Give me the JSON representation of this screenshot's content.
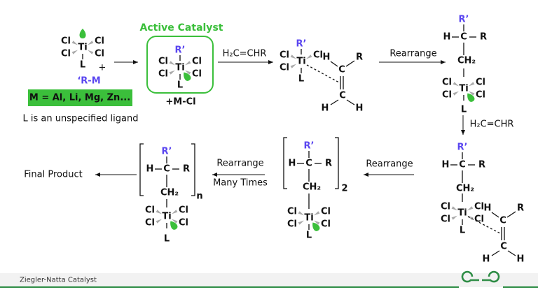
{
  "atoms": {
    "cl": "Cl",
    "ti": "Ti",
    "l": "L",
    "rp": "R’",
    "h": "H",
    "c": "C",
    "r": "R",
    "ch2": "CH₂"
  },
  "reactant": {
    "plus": "+",
    "rm": "‘R-M",
    "metals": "M = Al, Li, Mg, Zn...",
    "ligand_note": "L is an unspecified ligand"
  },
  "catalyst": {
    "title": "Active Catalyst",
    "byproduct": "+M-Cl"
  },
  "steps": {
    "monomer": "H₂C=CHR",
    "rearrange": "Rearrange",
    "rearrange_many_1": "Rearrange",
    "rearrange_many_2": "Many Times",
    "sub2": "2",
    "subn": "n",
    "final": "Final Product"
  },
  "footer": {
    "title": "Ziegler-Natta Catalyst",
    "logo": "GfG"
  },
  "colors": {
    "green": "#3bbf3b",
    "purple": "#5a46f0",
    "footer_line": "#2f8d46",
    "footer_bg": "#f2f2f2"
  }
}
